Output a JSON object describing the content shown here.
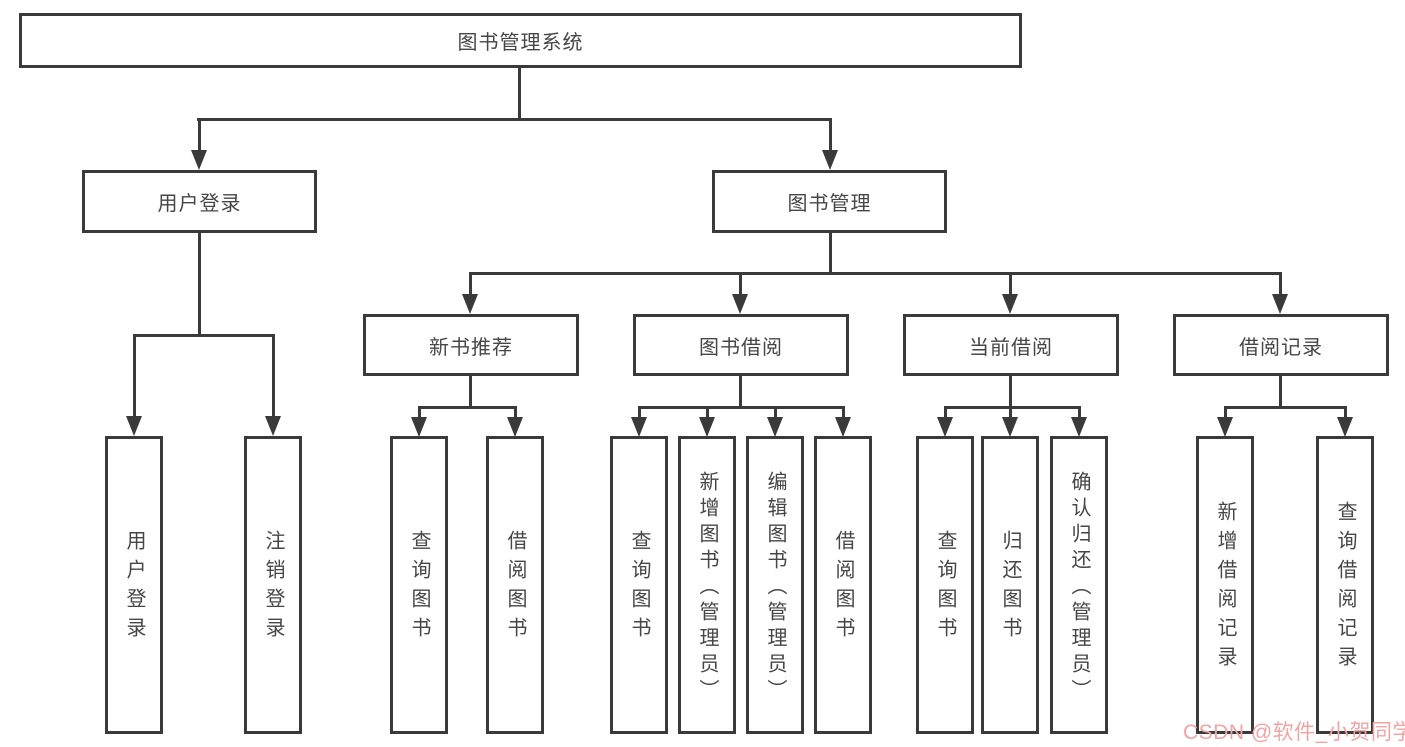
{
  "root": {
    "label": "图书管理系统"
  },
  "branches": [
    {
      "label": "用户登录",
      "children": [
        "用户登录",
        "注销登录"
      ]
    },
    {
      "label": "图书管理",
      "sections": [
        {
          "label": "新书推荐",
          "children": [
            "查询图书",
            "借阅图书"
          ]
        },
        {
          "label": "图书借阅",
          "children": [
            "查询图书",
            "新增图书（管理员）",
            "编辑图书（管理员）",
            "借阅图书"
          ]
        },
        {
          "label": "当前借阅",
          "children": [
            "查询图书",
            "归还图书",
            "确认归还（管理员）"
          ]
        },
        {
          "label": "借阅记录",
          "children": [
            "新增借阅记录",
            "查询借阅记录"
          ]
        }
      ]
    }
  ],
  "watermark": {
    "text": "CSDN @软件_小贺同学"
  },
  "colors": {
    "line": "#3a3a3a",
    "text": "#464646",
    "watermark": "#f2a4a4",
    "background": "#ffffff"
  }
}
